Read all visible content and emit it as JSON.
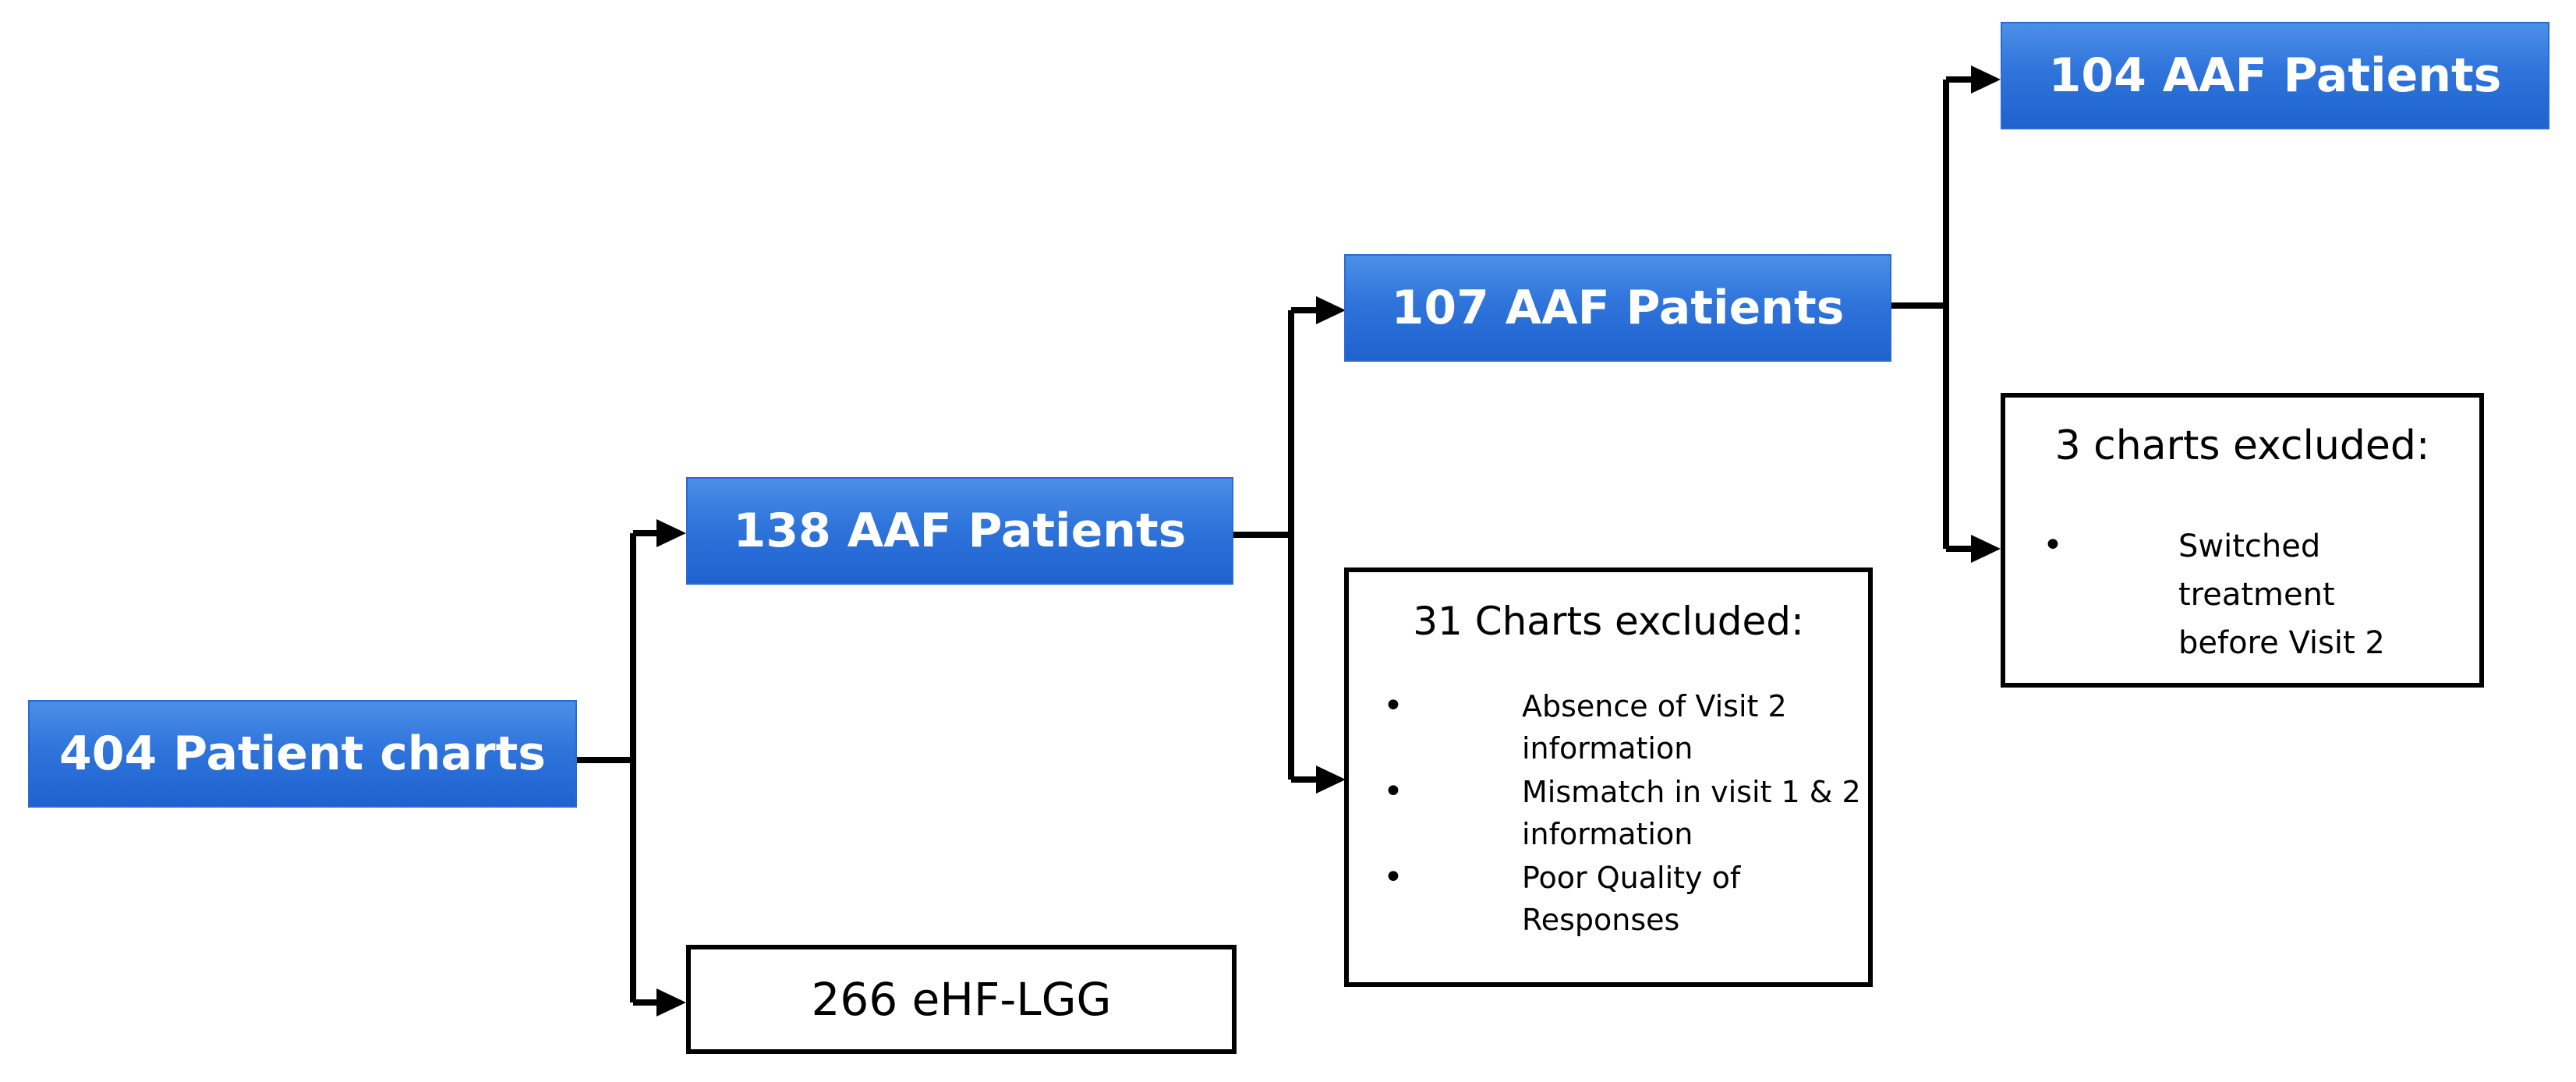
{
  "nodes": {
    "start": {
      "label": "404 Patient charts"
    },
    "aaf138": {
      "label": "138 AAF Patients"
    },
    "ehf": {
      "label": "266 eHF-LGG"
    },
    "aaf107": {
      "label": "107 AAF Patients"
    },
    "aaf104": {
      "label": "104 AAF Patients"
    }
  },
  "exclusions": {
    "first": {
      "title": "31 Charts excluded:",
      "items": [
        {
          "bullet": "•",
          "line1": "Absence of Visit 2",
          "line2": "information"
        },
        {
          "bullet": "•",
          "line1": "Mismatch in visit 1 & 2",
          "line2": "information"
        },
        {
          "bullet": "•",
          "line1": "Poor Quality of",
          "line2": "Responses"
        }
      ]
    },
    "second": {
      "title": "3 charts excluded:",
      "items": [
        {
          "bullet": "•",
          "line1": "Switched",
          "line2": "treatment",
          "line3": "before Visit 2"
        }
      ]
    }
  },
  "colors": {
    "blue_box": "#2f74db",
    "line": "#000000"
  }
}
